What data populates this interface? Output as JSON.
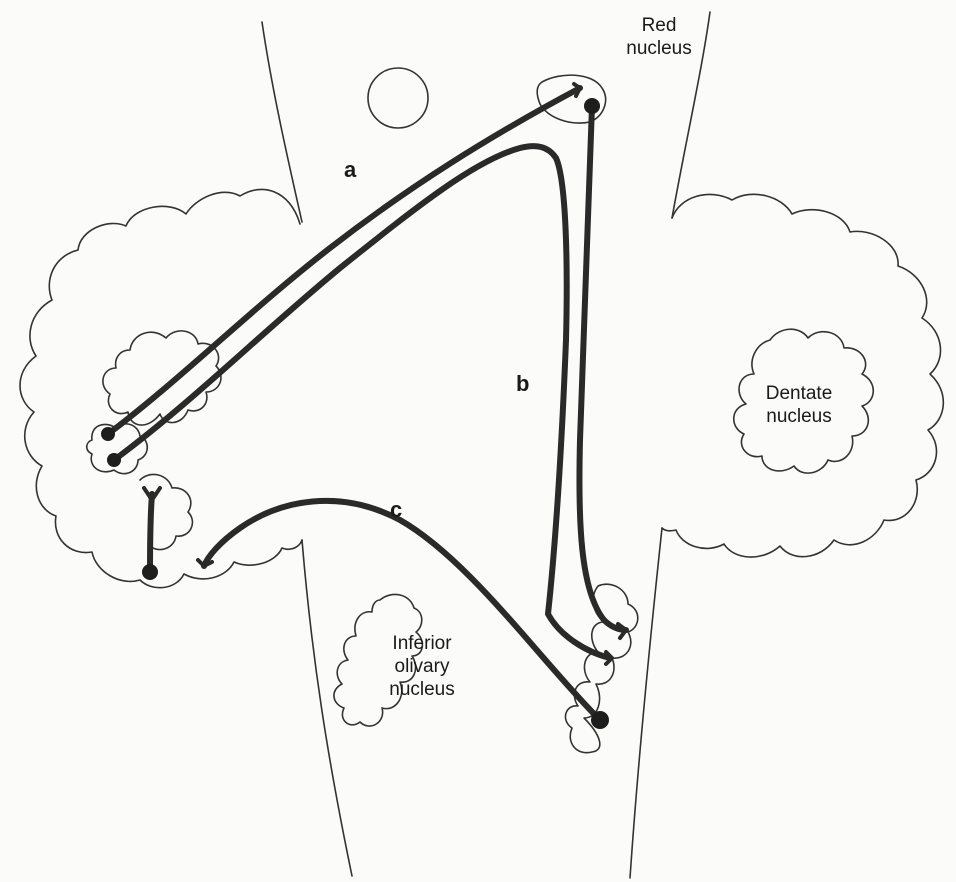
{
  "labels": {
    "red_nucleus": "Red\nnucleus",
    "dentate_nucleus": "Dentate\nnucleus",
    "inferior_olivary_nucleus": "Inferior\nolivary\nnucleus"
  },
  "pathways": {
    "a": "a",
    "b": "b",
    "c": "c"
  },
  "colors": {
    "ink": "#2a2a2a",
    "outline": "#333333",
    "background": "#fbfbfa"
  }
}
